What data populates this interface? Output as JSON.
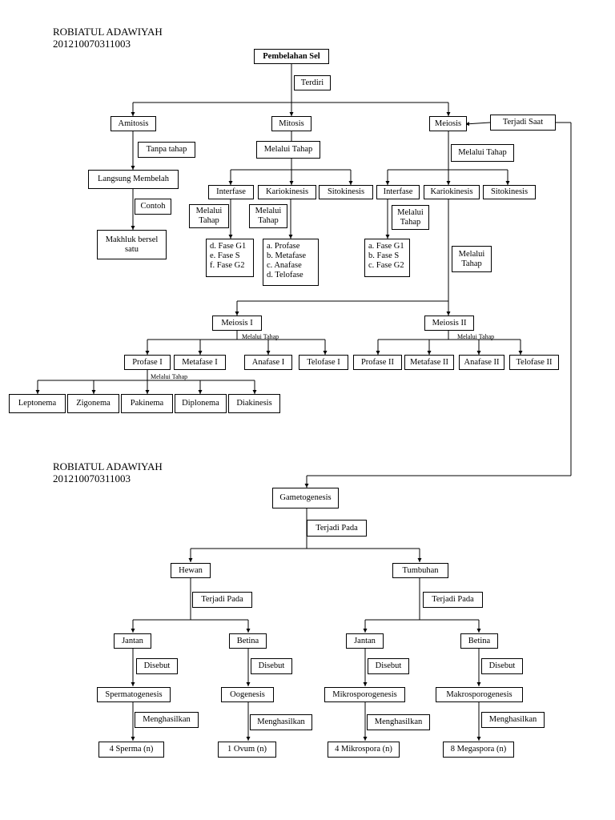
{
  "author": {
    "name": "ROBIATUL ADAWIYAH",
    "nim": "201210070311003"
  },
  "author2": {
    "name": "ROBIATUL ADAWIYAH",
    "nim": "201210070311003"
  },
  "diagram1": {
    "root": "Pembelahan Sel",
    "terdiri": "Terdiri",
    "amitosis": "Amitosis",
    "tanpa_tahap": "Tanpa tahap",
    "langsung": "Langsung Membelah",
    "contoh": "Contoh",
    "makhluk": "Makhluk bersel satu",
    "mitosis": "Mitosis",
    "melalui_tahap": "Melalui Tahap",
    "m_interfase": "Interfase",
    "m_kariokinesis": "Kariokinesis",
    "m_sitokinesis": "Sitokinesis",
    "m_melalui1": "Melalui Tahap",
    "m_melalui2": "Melalui Tahap",
    "m_fase": [
      "d.  Fase G1",
      "e.  Fase S",
      "f.   Fase G2"
    ],
    "m_karyo": [
      "a.  Profase",
      "b.  Metafase",
      "c.  Anafase",
      "d.  Telofase"
    ],
    "meiosis": "Meiosis",
    "terjadi_saat": "Terjadi Saat",
    "me_melalui": "Melalui Tahap",
    "me_interfase": "Interfase",
    "me_kariokinesis": "Kariokinesis",
    "me_sitokinesis": "Sitokinesis",
    "me_melalui1": "Melalui Tahap",
    "me_melalui2": "Melalui Tahap",
    "me_fase": [
      "a.  Fase G1",
      "b.  Fase S",
      "c.  Fase G2"
    ],
    "meiosis1": "Meiosis I",
    "meiosis2": "Meiosis II",
    "small1": "Melalui Tahap",
    "small2": "Melalui Tahap",
    "small3": "Melalui Tahap",
    "profase1": "Profase I",
    "metafase1": "Metafase I",
    "anafase1": "Anafase I",
    "telofase1": "Telofase I",
    "profase2": "Profase II",
    "metafase2": "Metafase II",
    "anafase2": "Anafase II",
    "telofase2": "Telofase II",
    "leptonema": "Leptonema",
    "zigonema": "Zigonema",
    "pakinema": "Pakinema",
    "diplonema": "Diplonema",
    "diakinesis": "Diakinesis"
  },
  "diagram2": {
    "gametogenesis": "Gametogenesis",
    "terjadi_pada": "Terjadi Pada",
    "hewan": "Hewan",
    "tumbuhan": "Tumbuhan",
    "h_terjadi": "Terjadi Pada",
    "t_terjadi": "Terjadi Pada",
    "h_jantan": "Jantan",
    "h_betina": "Betina",
    "t_jantan": "Jantan",
    "t_betina": "Betina",
    "disebut1": "Disebut",
    "disebut2": "Disebut",
    "disebut3": "Disebut",
    "disebut4": "Disebut",
    "spermatogenesis": "Spermatogenesis",
    "oogenesis": "Oogenesis",
    "mikrosporogenesis": "Mikrosporogenesis",
    "makrosporogenesis": "Makrosporogenesis",
    "menghasilkan1": "Menghasilkan",
    "menghasilkan2": "Menghasilkan",
    "menghasilkan3": "Menghasilkan",
    "menghasilkan4": "Menghasilkan",
    "sperma": "4 Sperma (n)",
    "ovum": "1 Ovum (n)",
    "mikrospora": "4 Mikrospora (n)",
    "megaspora": "8 Megaspora (n)"
  }
}
